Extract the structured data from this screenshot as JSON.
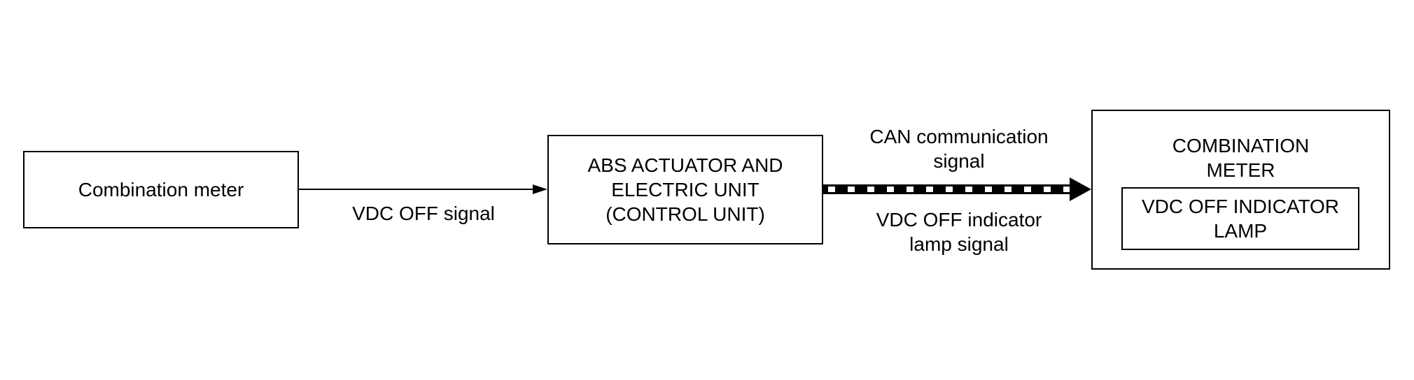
{
  "diagram": {
    "nodes": {
      "combination_meter_input": {
        "label": "Combination meter"
      },
      "abs_actuator": {
        "lines": [
          "ABS ACTUATOR AND",
          "ELECTRIC UNIT",
          "(CONTROL UNIT)"
        ]
      },
      "combination_meter_output": {
        "lines": [
          "COMBINATION",
          "METER"
        ],
        "inner": {
          "lines": [
            "VDC OFF INDICATOR",
            "LAMP"
          ]
        }
      }
    },
    "edges": {
      "vdc_off_signal": {
        "label": "VDC OFF signal",
        "style": "solid"
      },
      "can_signal": {
        "top_lines": [
          "CAN communication",
          "signal"
        ],
        "bottom_lines": [
          "VDC OFF indicator",
          "lamp signal"
        ],
        "style": "can-bus"
      }
    },
    "colors": {
      "line": "#000000",
      "background": "#ffffff"
    }
  }
}
